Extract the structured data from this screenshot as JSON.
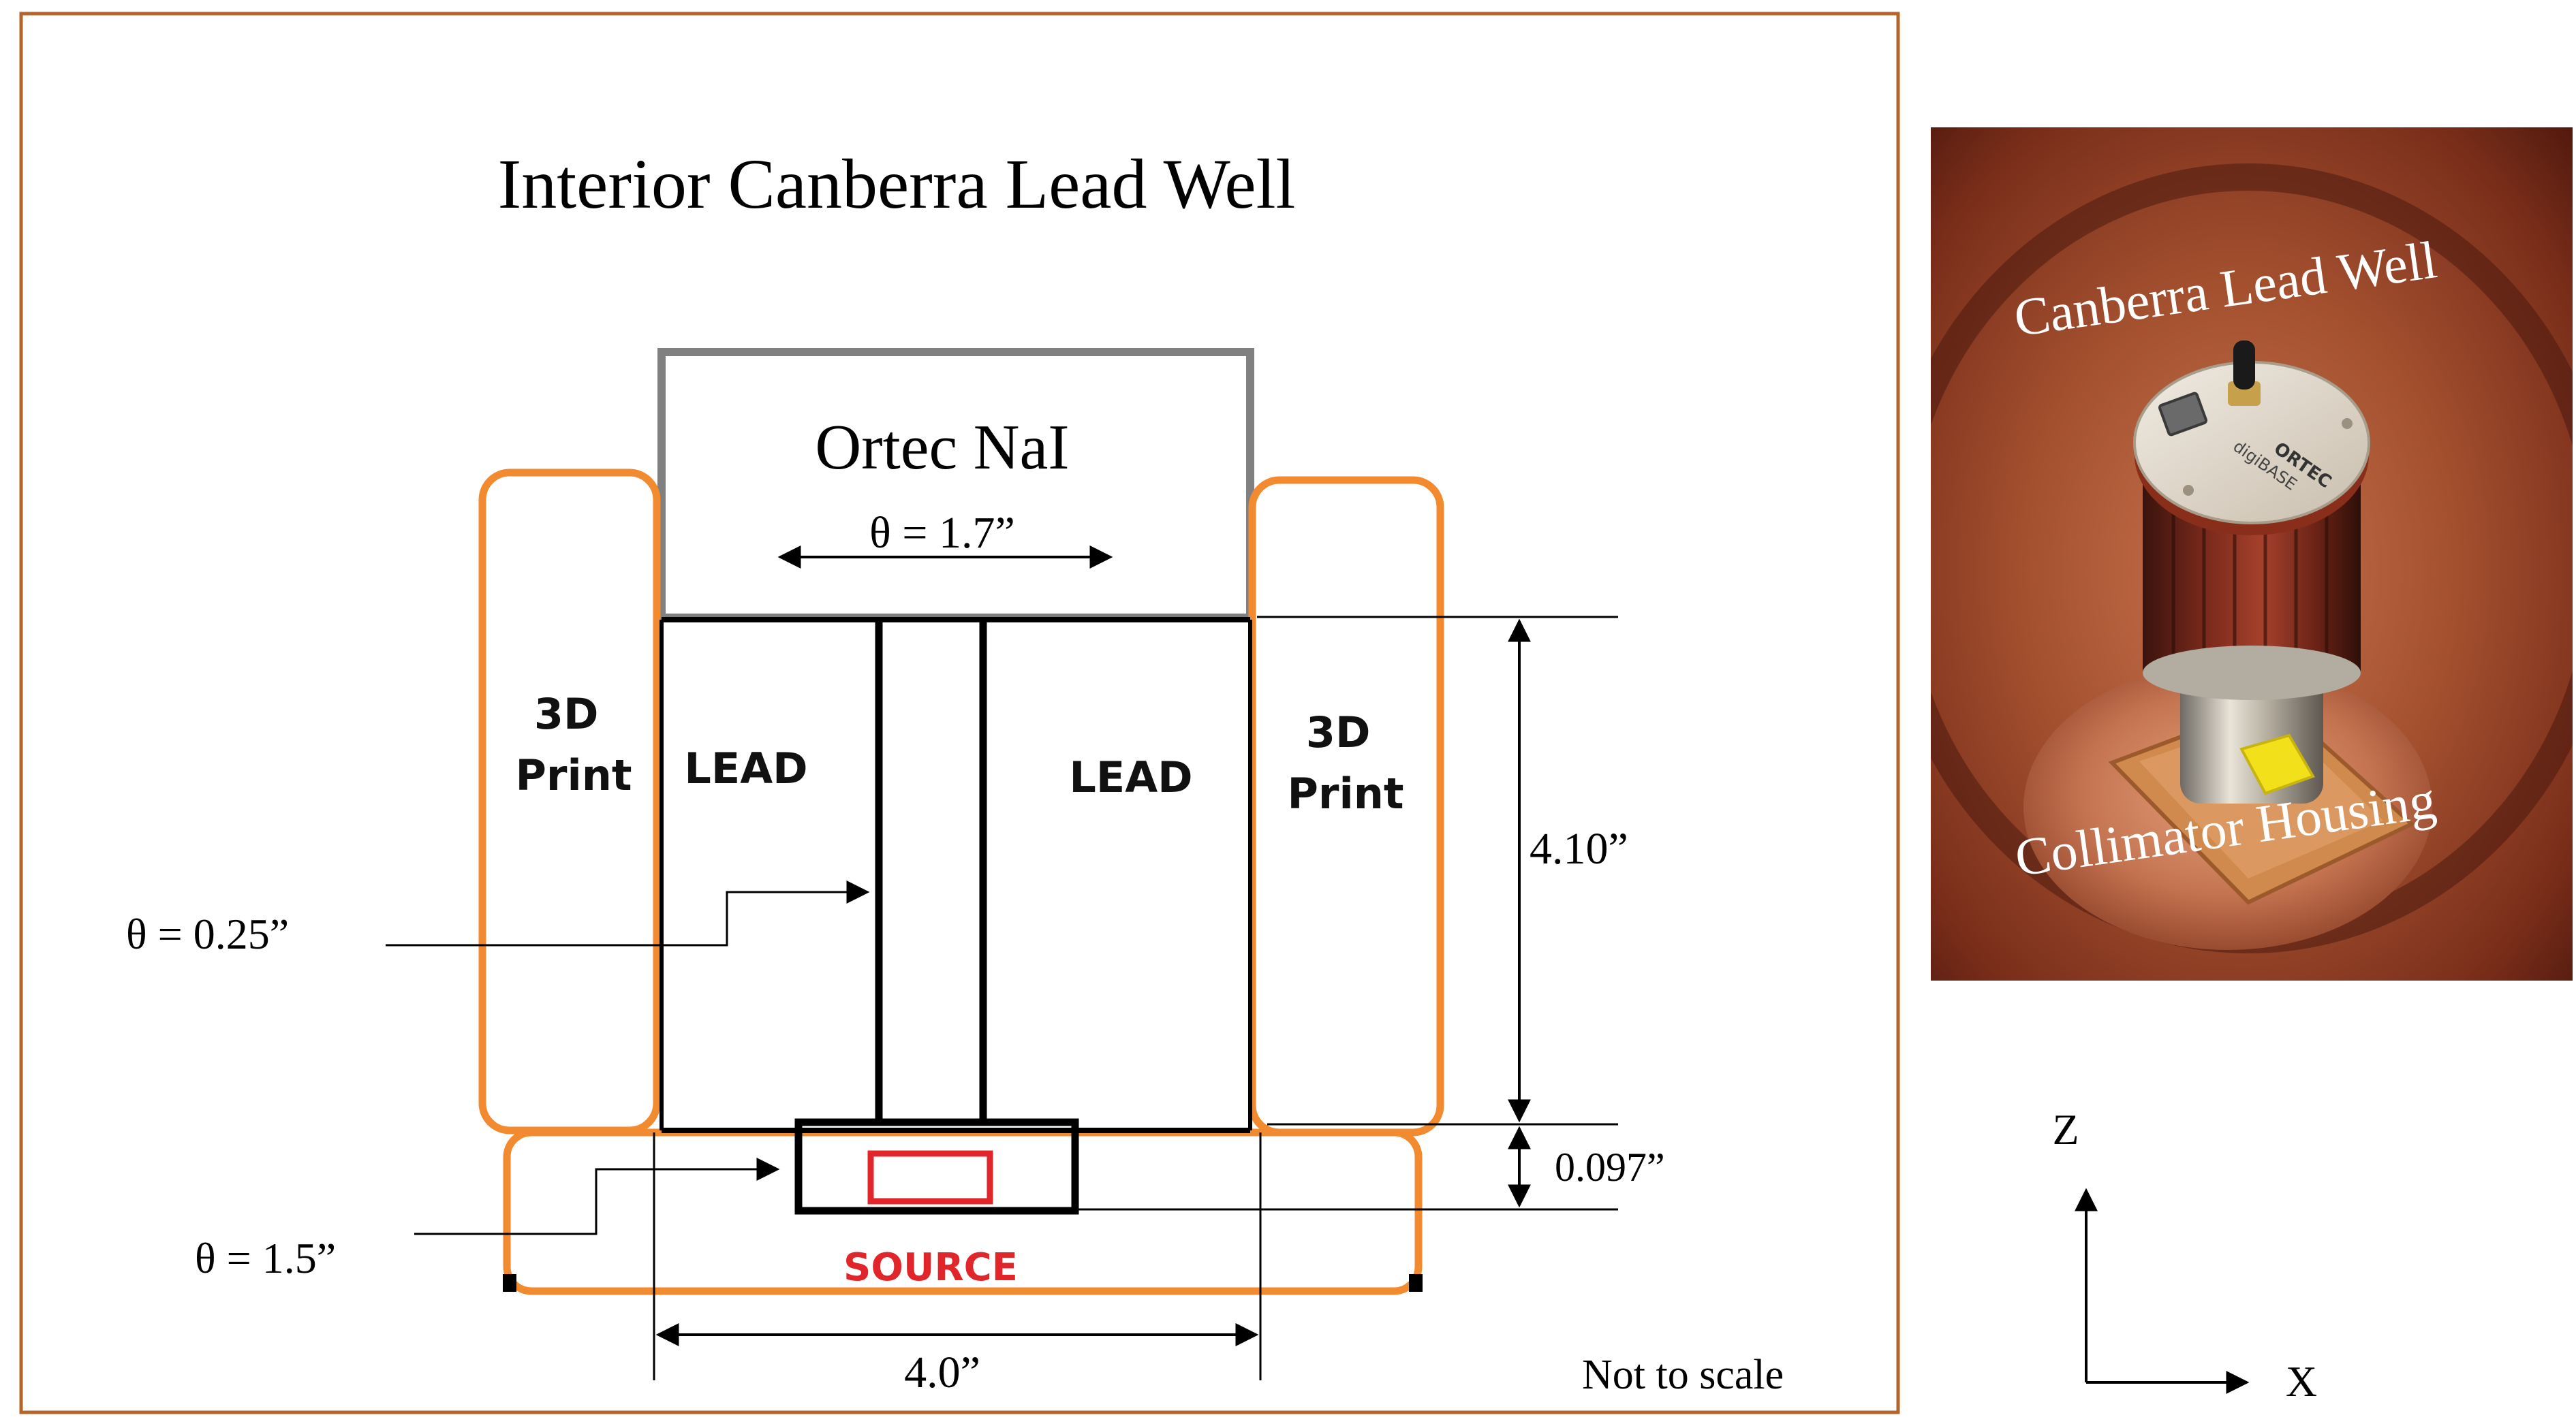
{
  "diagram": {
    "title": "Interior Canberra Lead Well",
    "detector_label": "Ortec NaI",
    "detector_dimension": "θ = 1.7”",
    "lead_left_label": "LEAD",
    "lead_right_label": "LEAD",
    "print_left_line1": "3D",
    "print_left_line2": "Print",
    "print_right_line1": "3D",
    "print_right_line2": "Print",
    "collimator_hole_dimension": "θ = 0.25”",
    "source_holder_dimension": "θ = 1.5”",
    "source_label": "SOURCE",
    "height_dimension": "4.10”",
    "gap_dimension": "0.097”",
    "width_dimension": "4.0”",
    "scale_note": "Not to scale",
    "colors": {
      "frame_border": "#b5652a",
      "print_outline": "#f28a30",
      "detector_outline": "#808080",
      "source_red": "#e0262b",
      "line": "#000000"
    }
  },
  "photo": {
    "label_top": "Canberra Lead Well",
    "label_bottom": "Collimator Housing",
    "detector_brand": "ORTEC",
    "detector_model": "digiBASE",
    "colors": {
      "copper_dark": "#5a1c10",
      "copper_mid": "#8a3a22",
      "copper_light": "#c8744e",
      "housing_wood": "#d08a4e",
      "tape_yellow": "#f2e01a"
    }
  },
  "axes": {
    "z_label": "Z",
    "x_label": "X"
  }
}
